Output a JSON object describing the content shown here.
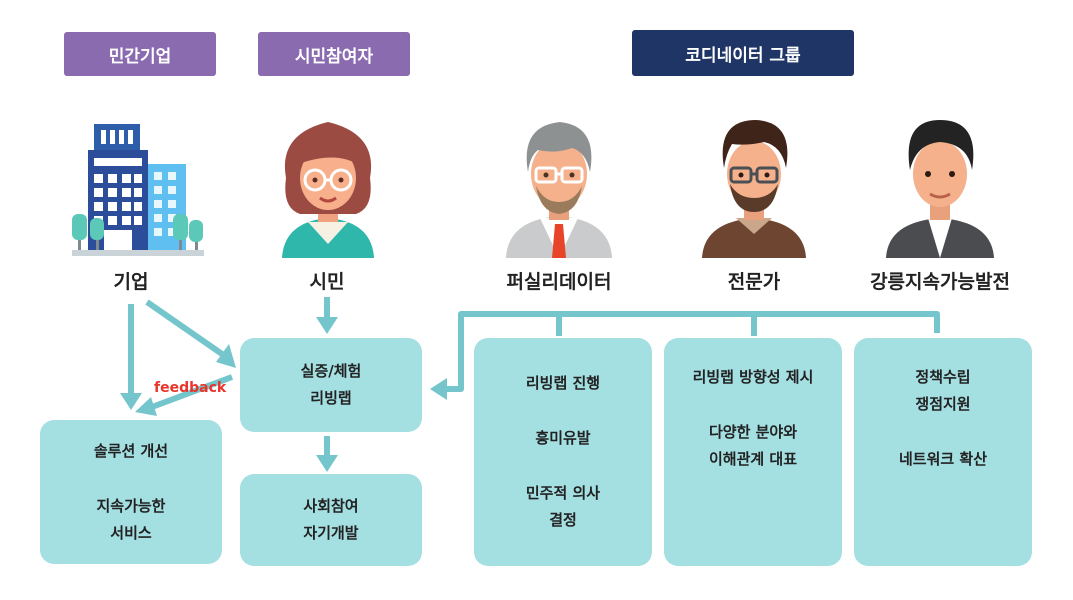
{
  "headers": {
    "private": "민간기업",
    "citizen": "시민참여자",
    "coordinator": "코디네이터 그룹"
  },
  "actors": {
    "company": "기업",
    "citizen": "시민",
    "facilitator": "퍼실리데이터",
    "expert": "전문가",
    "gangneung": "강릉지속가능발전"
  },
  "boxes": {
    "solution": {
      "line1": "솔루션 개선",
      "line2": "지속가능한",
      "line3": "서비스"
    },
    "experience": {
      "line1": "실증/체험",
      "line2": "리빙랩"
    },
    "social": {
      "line1": "사회참여",
      "line2": "자기개발"
    },
    "facilitator": {
      "line1": "리빙랩 진행",
      "line2": "흥미유발",
      "line3": "민주적 의사",
      "line4": "결정"
    },
    "expert": {
      "line1": "리빙랩 방향성 제시",
      "line2": "다양한 분야와",
      "line3": "이해관계 대표"
    },
    "gangneung": {
      "line1": "정책수립",
      "line2": "쟁점지원",
      "line3": "네트워크 확산"
    }
  },
  "feedback_label": "feedback",
  "colors": {
    "header_purple": "#8a6bb0",
    "header_navy": "#1f3566",
    "box_fill": "#a4dfe2",
    "arrow": "#74c6cc",
    "feedback": "#e8342a"
  },
  "icons": [
    "building-icon",
    "citizen-avatar-icon",
    "facilitator-avatar-icon",
    "expert-avatar-icon",
    "gangneung-avatar-icon"
  ]
}
